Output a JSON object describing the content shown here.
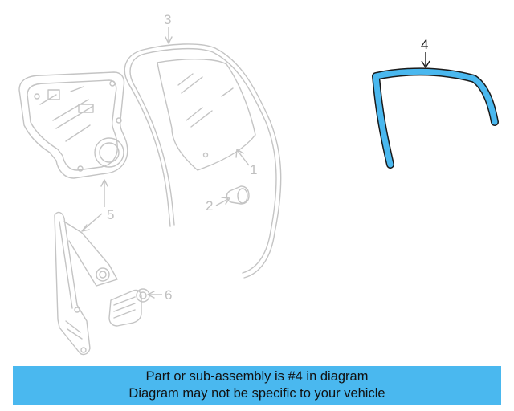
{
  "diagram": {
    "highlighted_part": "4",
    "highlight_color": "#4ab8ef",
    "faded_color": "#c4c4c4",
    "callouts": [
      {
        "id": "1",
        "label": "1",
        "part": "door-glass"
      },
      {
        "id": "2",
        "label": "2",
        "part": "small-fastener"
      },
      {
        "id": "3",
        "label": "3",
        "part": "door-frame-weatherstrip"
      },
      {
        "id": "4",
        "label": "4",
        "part": "glass-run-channel"
      },
      {
        "id": "5",
        "label": "5",
        "part": "window-regulator"
      },
      {
        "id": "6",
        "label": "6",
        "part": "regulator-motor"
      }
    ]
  },
  "caption": {
    "line1": "Part or sub-assembly is #4 in diagram",
    "line2": "Diagram may not be specific to your vehicle",
    "background": "#4ab8ef"
  }
}
